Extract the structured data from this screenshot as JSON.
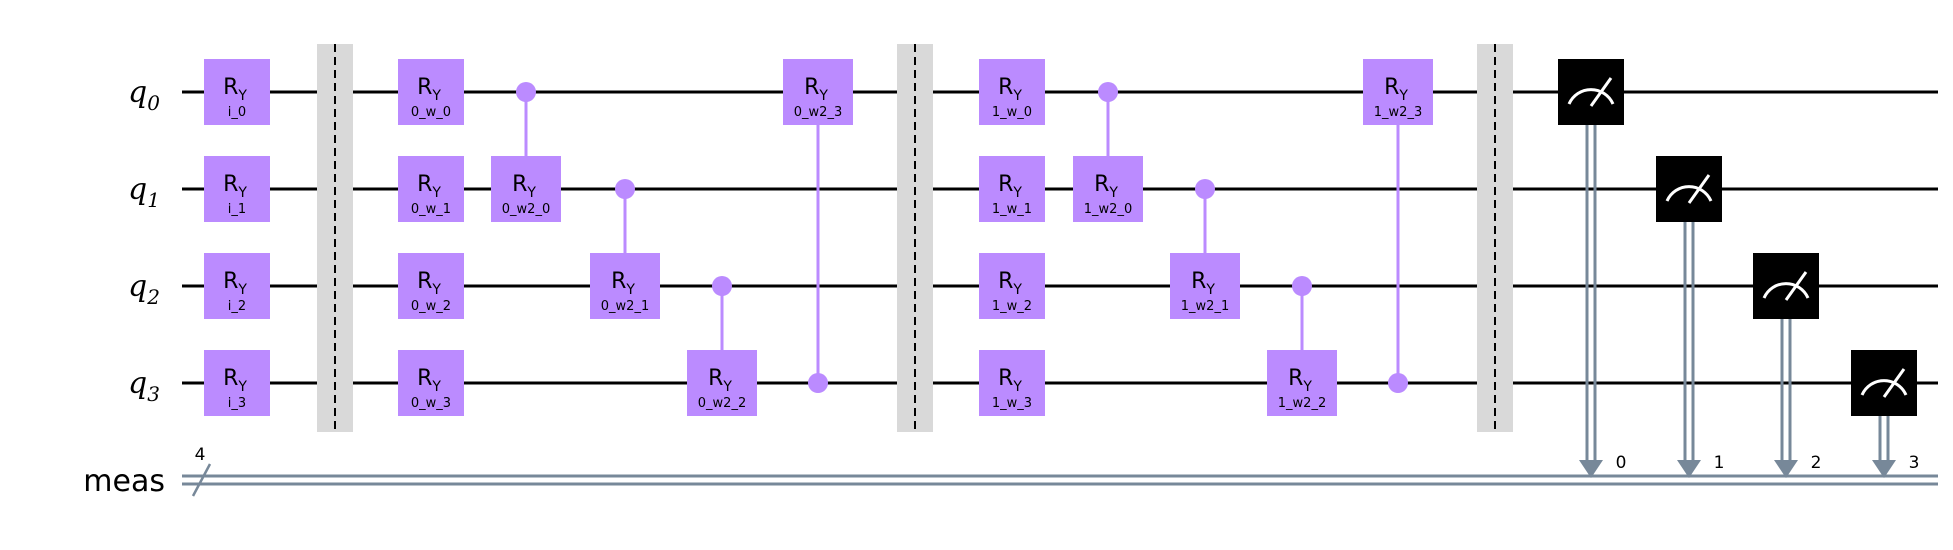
{
  "qubits": [
    {
      "name": "q",
      "sub": "0"
    },
    {
      "name": "q",
      "sub": "1"
    },
    {
      "name": "q",
      "sub": "2"
    },
    {
      "name": "q",
      "sub": "3"
    }
  ],
  "classical": {
    "name": "meas",
    "width": "4"
  },
  "gate_symbol": {
    "main": "R",
    "sub": "Y"
  },
  "colors": {
    "gate": "#bb8bff",
    "wire": "#000000",
    "barrier": "#d9d9d9",
    "measure": "#000000",
    "classical": "#778899"
  },
  "gates": [
    {
      "qubit": 0,
      "col": 0,
      "param": "i_0"
    },
    {
      "qubit": 1,
      "col": 0,
      "param": "i_1"
    },
    {
      "qubit": 2,
      "col": 0,
      "param": "i_2"
    },
    {
      "qubit": 3,
      "col": 0,
      "param": "i_3"
    },
    {
      "qubit": 0,
      "col": 2,
      "param": "0_w_0"
    },
    {
      "qubit": 1,
      "col": 2,
      "param": "0_w_1"
    },
    {
      "qubit": 2,
      "col": 2,
      "param": "0_w_2"
    },
    {
      "qubit": 3,
      "col": 2,
      "param": "0_w_3"
    },
    {
      "qubit": 0,
      "col": 8,
      "param": "1_w_0"
    },
    {
      "qubit": 1,
      "col": 8,
      "param": "1_w_1"
    },
    {
      "qubit": 2,
      "col": 8,
      "param": "1_w_2"
    },
    {
      "qubit": 3,
      "col": 8,
      "param": "1_w_3"
    }
  ],
  "controlled_gates": [
    {
      "control": 0,
      "target": 1,
      "col": 3,
      "param": "0_w2_0"
    },
    {
      "control": 1,
      "target": 2,
      "col": 4,
      "param": "0_w2_1"
    },
    {
      "control": 2,
      "target": 3,
      "col": 5,
      "param": "0_w2_2"
    },
    {
      "control": 3,
      "target": 0,
      "col": 6,
      "param": "0_w2_3"
    },
    {
      "control": 0,
      "target": 1,
      "col": 9,
      "param": "1_w2_0"
    },
    {
      "control": 1,
      "target": 2,
      "col": 10,
      "param": "1_w2_1"
    },
    {
      "control": 2,
      "target": 3,
      "col": 11,
      "param": "1_w2_2"
    },
    {
      "control": 3,
      "target": 0,
      "col": 12,
      "param": "1_w2_3"
    }
  ],
  "barriers": [
    {
      "col": 1
    },
    {
      "col": 7
    },
    {
      "col": 13
    }
  ],
  "measurements": [
    {
      "qubit": 0,
      "col": 14,
      "clbit": "0"
    },
    {
      "qubit": 1,
      "col": 15,
      "clbit": "1"
    },
    {
      "qubit": 2,
      "col": 16,
      "clbit": "2"
    },
    {
      "qubit": 3,
      "col": 17,
      "clbit": "3"
    }
  ]
}
